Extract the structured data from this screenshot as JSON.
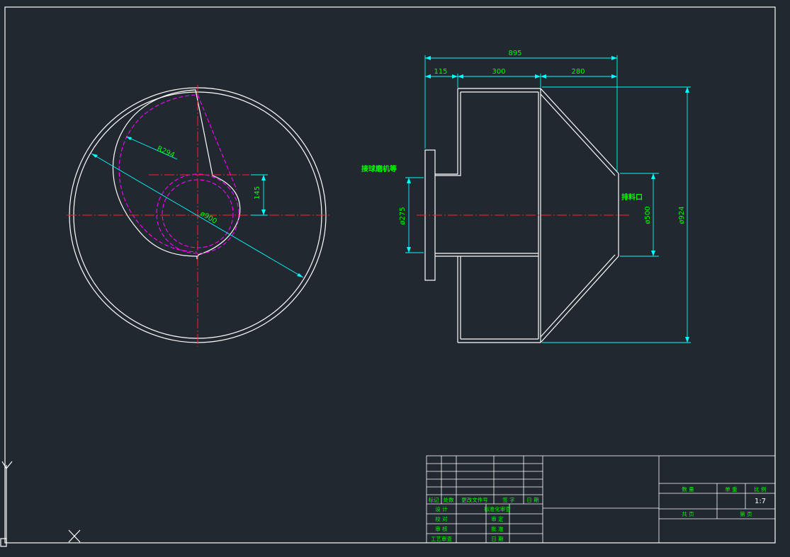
{
  "front_view": {
    "dim_r": "R294",
    "dim_dia": "ø900",
    "dim_offset": "145"
  },
  "side_view": {
    "dim_total": "895",
    "dim_a": "115",
    "dim_b": "300",
    "dim_c": "280",
    "dim_inlet": "ø275",
    "dim_outlet": "ø500",
    "dim_body": "ø924",
    "label_inlet": "接球磨机等",
    "label_outlet": "排料口"
  },
  "title_block": {
    "r1": [
      "标记",
      "处数",
      "更改文件号",
      "签 字",
      "日 期"
    ],
    "left_labels": [
      "设 计",
      "校 对",
      "审 核",
      "工艺审查"
    ],
    "mid_labels": [
      "标准化审查",
      "审 定",
      "批 准",
      "日 期"
    ],
    "head": [
      "数 量",
      "单 重",
      "比 例"
    ],
    "scale": "1:7",
    "sheet_total": "共   页",
    "sheet_no": "第   页"
  },
  "ucs": {
    "y_label": "Y"
  }
}
